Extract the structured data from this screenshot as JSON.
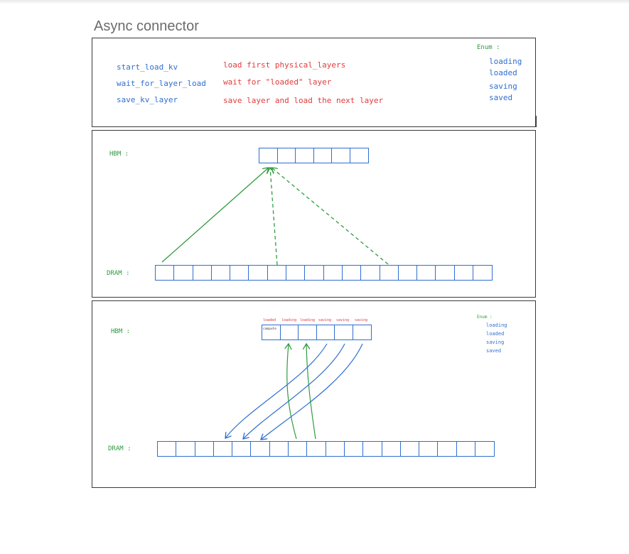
{
  "title": "Async connector",
  "legend": {
    "functions": [
      {
        "name": "start_load_kv",
        "description": "load first physical_layers"
      },
      {
        "name": "wait_for_layer_load",
        "description": "wait for \"loaded\" layer"
      },
      {
        "name": "save_kv_layer",
        "description": "save layer and load the next layer"
      }
    ],
    "enum_title": "Enum :",
    "enum_values": [
      "loading",
      "loaded",
      "saving",
      "saved"
    ]
  },
  "diagram1": {
    "hbm_label": "HBM :",
    "dram_label": "DRAM :"
  },
  "diagram2": {
    "hbm_label": "HBM :",
    "dram_label": "DRAM :",
    "slot_states": [
      "loaded",
      "loading",
      "loading",
      "saving",
      "saving",
      "saving"
    ],
    "first_slot_text": "compute",
    "enum_title": "Enum :",
    "enum_values": [
      "loading",
      "loaded",
      "saving",
      "saved"
    ]
  },
  "colors": {
    "blue": "#2f6fcf",
    "red": "#e03b3b",
    "green": "#2e9b3f",
    "border": "#3a3a3a",
    "title": "#6b6b6b"
  }
}
